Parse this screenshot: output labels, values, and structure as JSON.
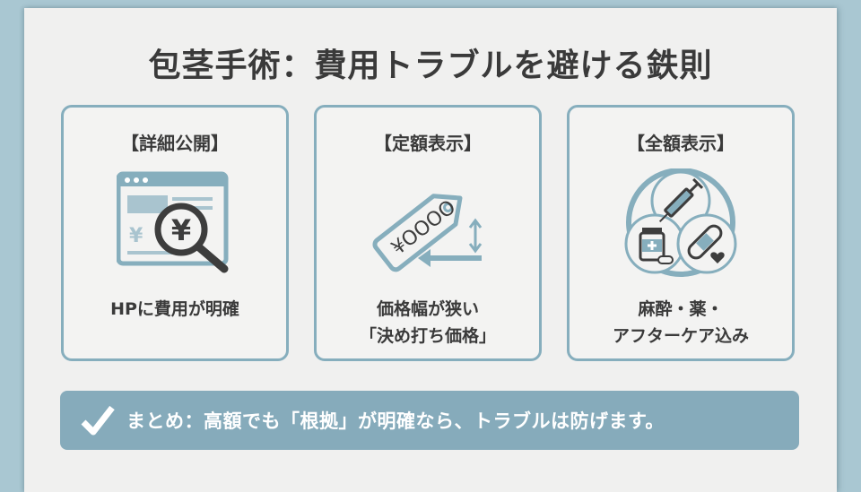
{
  "title": "包茎手術：費用トラブルを避ける鉄則",
  "cards": [
    {
      "heading": "【詳細公開】",
      "icon": "browser-magnifier-yen-icon",
      "body_lines": [
        "HPに費用が明確"
      ]
    },
    {
      "heading": "【定額表示】",
      "icon": "price-tag-icon",
      "tag_text": "¥OOOO",
      "body_lines": [
        "価格幅が狭い",
        "「決め打ち価格」"
      ]
    },
    {
      "heading": "【全額表示】",
      "icon": "medical-bundle-icon",
      "body_lines": [
        "麻酔・薬・",
        "アフターケア込み"
      ]
    }
  ],
  "summary": {
    "icon": "checkmark-icon",
    "text": "まとめ：高額でも「根拠」が明確なら、トラブルは防げます。"
  },
  "colors": {
    "accent": "#86abbb",
    "text": "#3a3a3a",
    "background": "#a9c7d2",
    "sheet": "#f0f0ef",
    "icon_dark": "#3d3d3d"
  }
}
